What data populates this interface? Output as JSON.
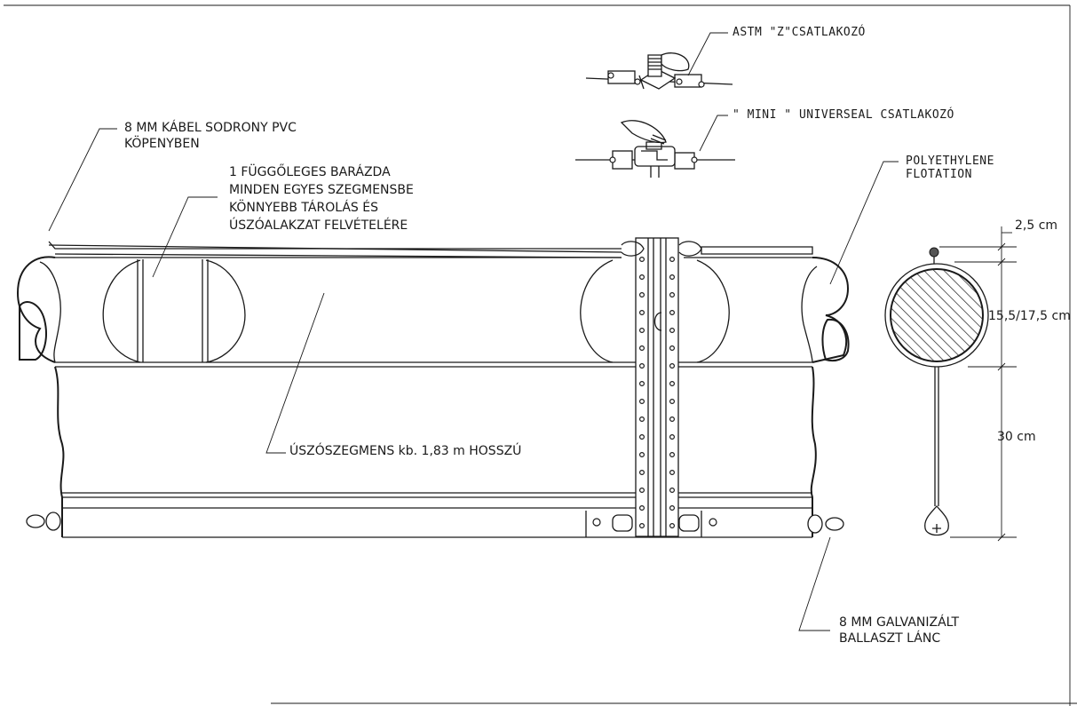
{
  "labels": {
    "astm_connector": "ASTM \"Z\"CSATLAKOZÓ",
    "mini_connector": "\" MINI \" UNIVERSEAL CSATLAKOZÓ",
    "cable_line1": "8 MM KÁBEL SODRONY PVC",
    "cable_line2": "KÖPENYBEN",
    "groove_line1": "1 FÜGGŐLEGES BARÁZDA",
    "groove_line2": "MINDEN EGYES SZEGMENSBE",
    "groove_line3": "KÖNNYEBB TÁROLÁS ÉS",
    "groove_line4": "ÚSZÓALAKZAT FELVÉTELÉRE",
    "flotation_line1": "POLYETHYLENE",
    "flotation_line2": "FLOTATION",
    "segment": "ÚSZÓSZEGMENS kb. 1,83 m HOSSZÚ",
    "chain_line1": "8 MM GALVANIZÁLT",
    "chain_line2": "BALLASZT LÁNC"
  },
  "dimensions": {
    "top": "2,5 cm",
    "diameter": "15,5/17,5 cm",
    "skirt": "30 cm"
  },
  "colors": {
    "ink": "#1a1a1a",
    "paper": "#ffffff"
  }
}
